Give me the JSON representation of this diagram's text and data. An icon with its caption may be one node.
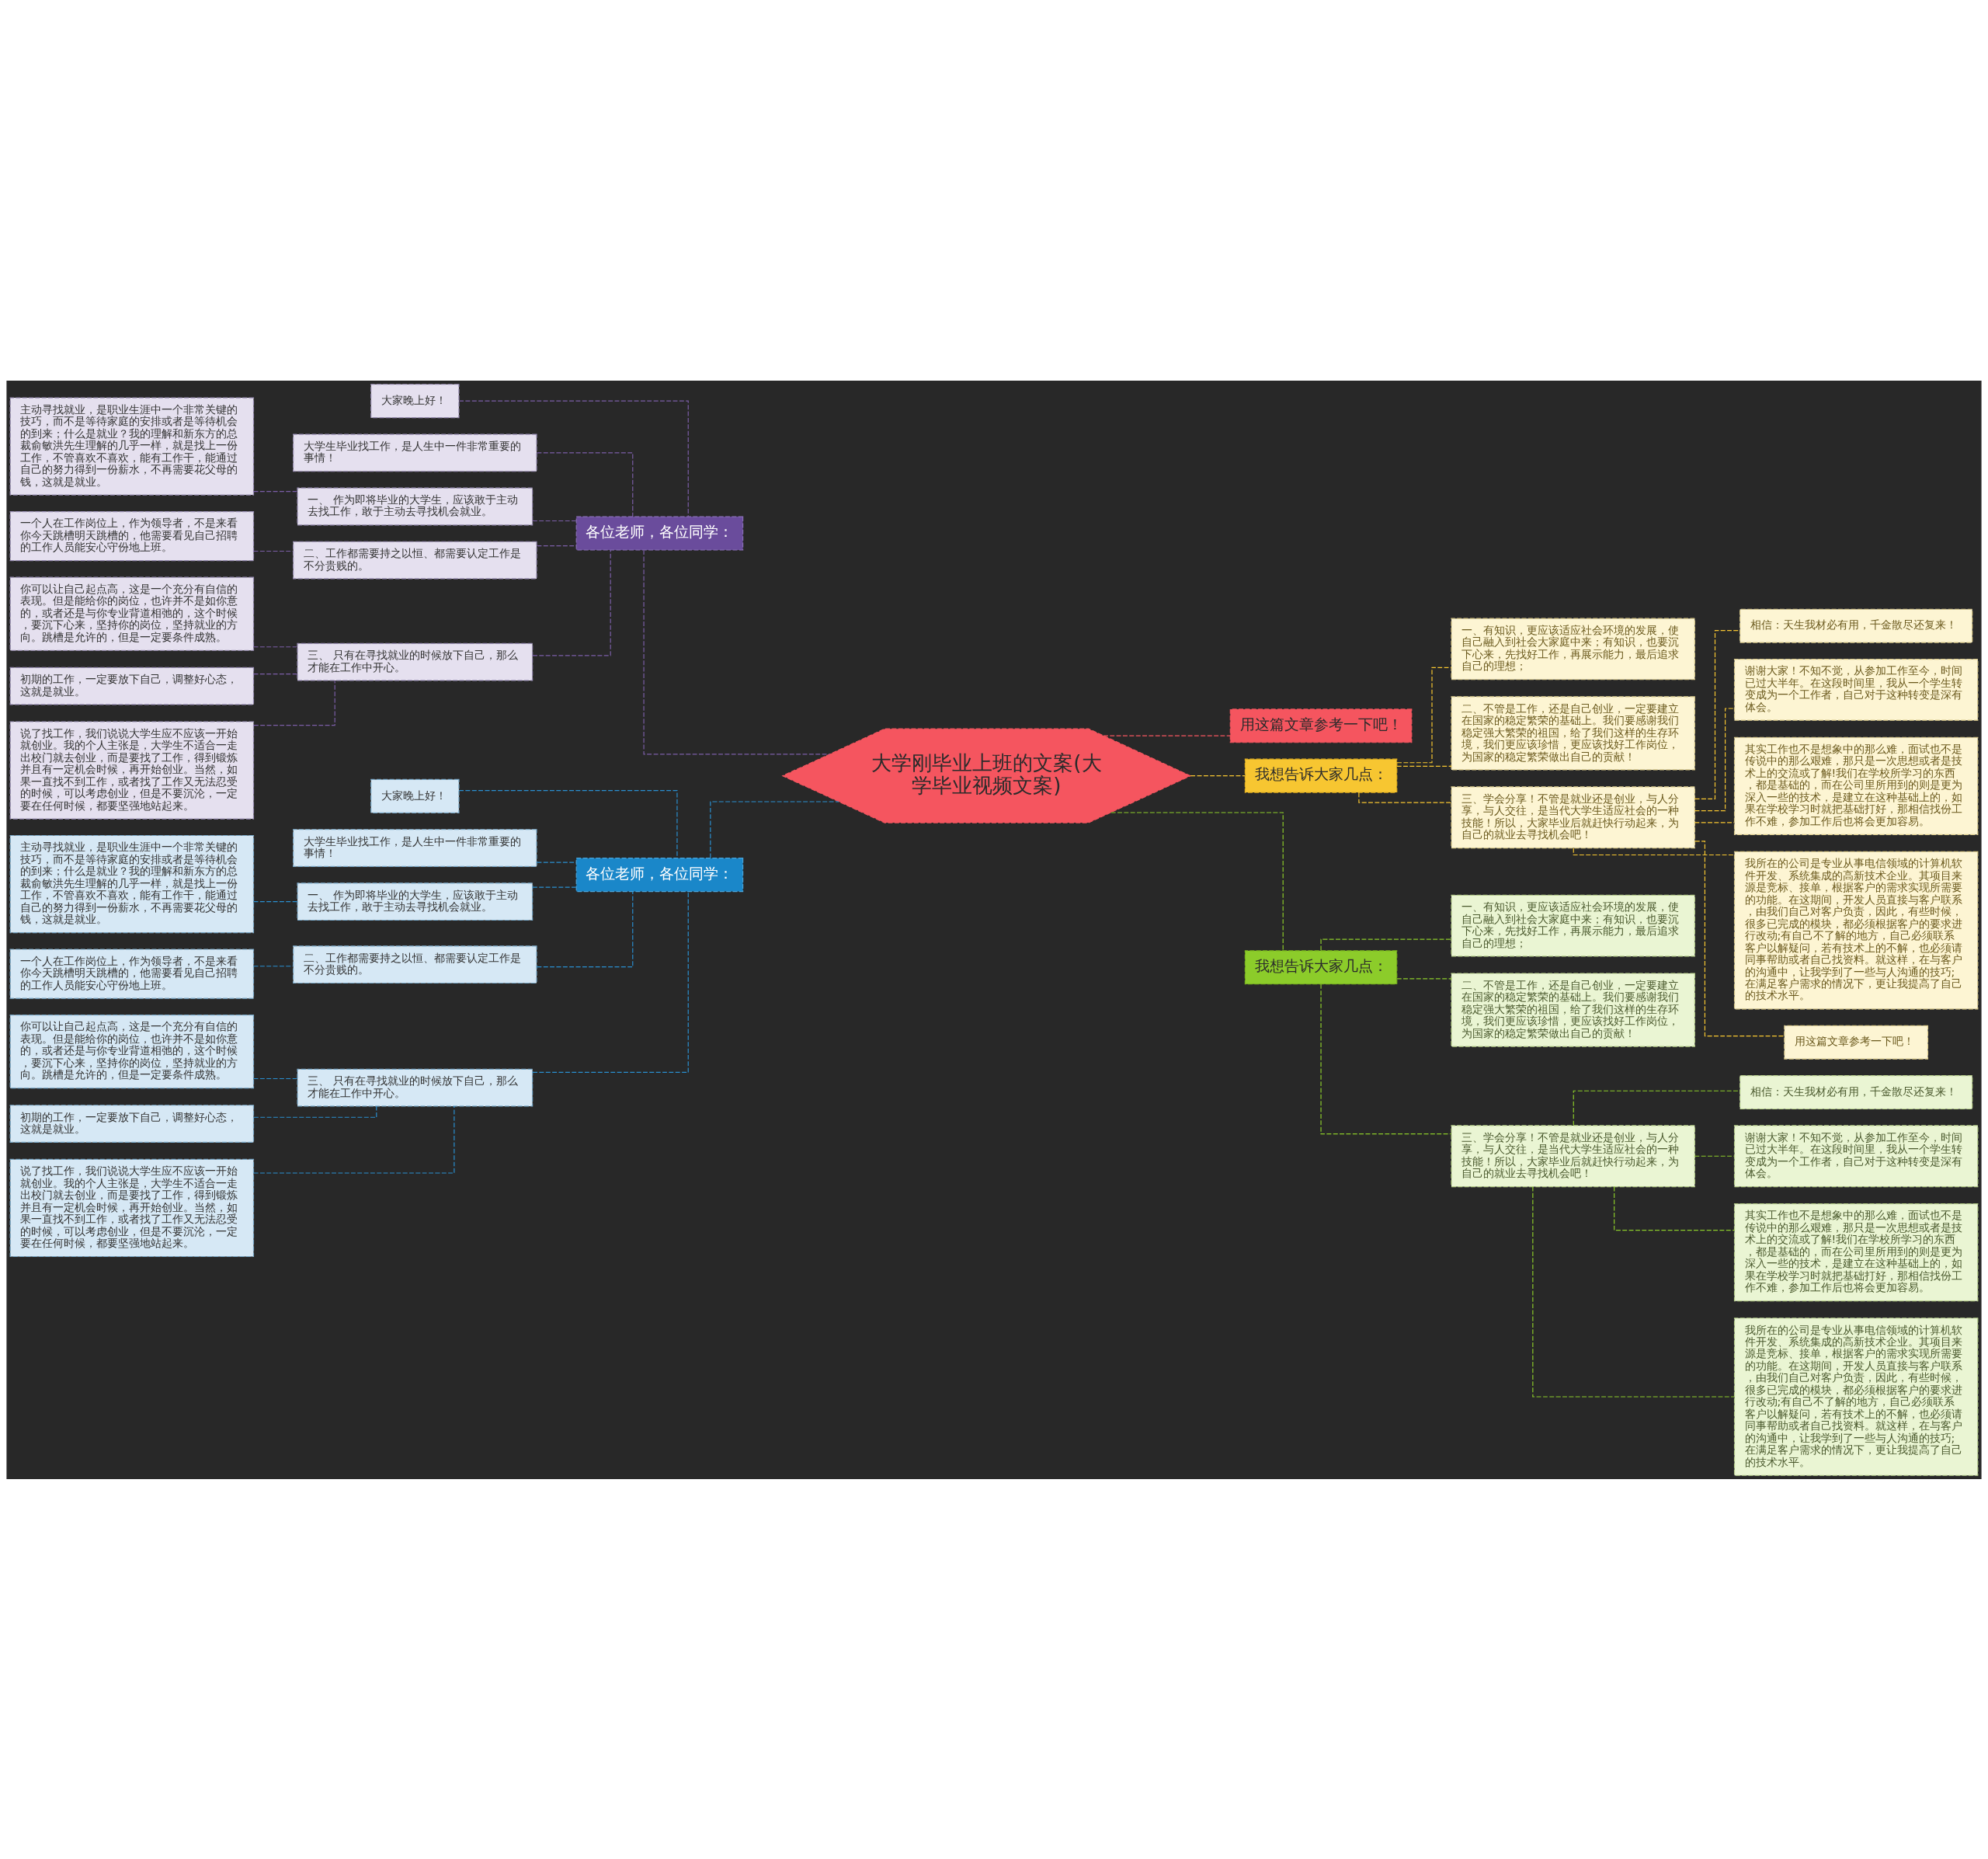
{
  "diagram": {
    "nodes": [
      {
        "text": [
          "大学刚毕业上班的文案(大学毕业视频文案)"
        ]
      },
      {
        "text": [
          "各位老师，各位同学："
        ]
      },
      {
        "text": [
          "大家晚上好！"
        ]
      },
      {
        "text": [
          "大学生毕业找工作，是人生中一件非常重要的事情！"
        ]
      },
      {
        "text": [
          "一、 作为即将毕业的大学生，应该敢于主动去找工作，敢于主动去寻找机会就业。"
        ]
      },
      {
        "text": [
          "主动寻找就业，是职业生涯中一个非常关键的技巧，而不是等待家庭的安排或者是等待机会的到来；什么是就业？我的理解和新东方的总裁俞敏洪先生理解的几乎一样，就是找上一份工作，不管喜欢不喜欢，能有工作干，能通过自己的努力得到一份薪水，不再需要花父母的钱，这就是就业。"
        ]
      },
      {
        "text": [
          "二、工作都需要持之以恒、都需要认定工作是不分贵贱的。"
        ]
      },
      {
        "text": [
          "一个人在工作岗位上，作为领导者，不是来看你今天跳槽明天跳槽的，他需要看见自己招聘的工作人员能安心守份地上班。"
        ]
      },
      {
        "text": [
          "三、 只有在寻找就业的时候放下自己，那么才能在工作中开心。"
        ]
      },
      {
        "text": [
          "你可以让自己起点高，这是一个充分有自信的表现。但是能给你的岗位，也许并不是如你意的，或者还是与你专业背道相弛的，这个时候，要沉下心来，坚持你的岗位，坚持就业的方向。跳槽是允许的，但是一定要条件成熟。"
        ]
      },
      {
        "text": [
          "初期的工作，一定要放下自己，调整好心态，这就是就业。"
        ]
      },
      {
        "text": [
          "说了找工作，我们说说大学生应不应该一开始就创业。我的个人主张是，大学生不适合一走出校门就去创业，而是要找了工作，得到锻炼并且有一定机会时候，再开始创业。当然，如果一直找不到工作，或者找了工作又无法忍受的时候，可以考虑创业，但是不要沉沦，一定要在任何时候，都要坚强地站起来。"
        ]
      },
      {
        "text": [
          "各位老师，各位同学："
        ]
      },
      {
        "text": [
          "大家晚上好！"
        ]
      },
      {
        "text": [
          "大学生毕业找工作，是人生中一件非常重要的事情！"
        ]
      },
      {
        "text": [
          "一、 作为即将毕业的大学生，应该敢于主动去找工作，敢于主动去寻找机会就业。"
        ]
      },
      {
        "text": [
          "主动寻找就业，是职业生涯中一个非常关键的技巧，而不是等待家庭的安排或者是等待机会的到来；什么是就业？我的理解和新东方的总裁俞敏洪先生理解的几乎一样，就是找上一份工作，不管喜欢不喜欢，能有工作干，能通过自己的努力得到一份薪水，不再需要花父母的钱，这就是就业。"
        ]
      },
      {
        "text": [
          "二、工作都需要持之以恒、都需要认定工作是不分贵贱的。"
        ]
      },
      {
        "text": [
          "一个人在工作岗位上，作为领导者，不是来看你今天跳槽明天跳槽的，他需要看见自己招聘的工作人员能安心守份地上班。"
        ]
      },
      {
        "text": [
          "三、 只有在寻找就业的时候放下自己，那么才能在工作中开心。"
        ]
      },
      {
        "text": [
          "你可以让自己起点高，这是一个充分有自信的表现。但是能给你的岗位，也许并不是如你意的，或者还是与你专业背道相弛的，这个时候，要沉下心来，坚持你的岗位，坚持就业的方向。跳槽是允许的，但是一定要条件成熟。"
        ]
      },
      {
        "text": [
          "初期的工作，一定要放下自己，调整好心态，这就是就业。"
        ]
      },
      {
        "text": [
          "说了找工作，我们说说大学生应不应该一开始就创业。我的个人主张是，大学生不适合一走出校门就去创业，而是要找了工作，得到锻炼并且有一定机会时候，再开始创业。当然，如果一直找不到工作，或者找了工作又无法忍受的时候，可以考虑创业，但是不要沉沦，一定要在任何时候，都要坚强地站起来。"
        ]
      },
      {
        "text": [
          "用这篇文章参考一下吧！"
        ]
      },
      {
        "text": [
          "我想告诉大家几点："
        ]
      },
      {
        "text": [
          "一、有知识，更应该适应社会环境的发展，使自己融入到社会大家庭中来；有知识，也要沉下心来，先找好工作，再展示能力，最后追求自己的理想；"
        ]
      },
      {
        "text": [
          "二、不管是工作，还是自己创业，一定要建立在国家的稳定繁荣的基础上。我们要感谢我们稳定强大繁荣的祖国，给了我们这样的生存环境，我们更应该珍惜，更应该找好工作岗位，为国家的稳定繁荣做出自己的贡献！"
        ]
      },
      {
        "text": [
          "三、学会分享！不管是就业还是创业，与人分享，与人交往，是当代大学生适应社会的一种技能！所以，大家毕业后就赶快行动起来，为自己的就业去寻找机会吧！"
        ]
      },
      {
        "text": [
          "相信：天生我材必有用，千金散尽还复来！"
        ]
      },
      {
        "text": [
          "谢谢大家！不知不觉，从参加工作至今，时间已过大半年。在这段时间里，我从一个学生转变成为一个工作者，自己对于这种转变是深有体会。"
        ]
      },
      {
        "text": [
          "其实工作也不是想象中的那么难，面试也不是传说中的那么艰难，那只是一次思想或者是技术上的交流或了解!我们在学校所学习的东西，都是基础的，而在公司里所用到的则是更为深入一些的技术，是建立在这种基础上的，如果在学校学习时就把基础打好，那相信找份工作不难，参加工作后也将会更加容易。"
        ]
      },
      {
        "text": [
          "我所在的公司是专业从事电信领域的计算机软件开发、系统集成的高新技术企业。其项目来源是竞标、接单，根据客户的需求实现所需要的功能。在这期间，开发人员直接与客户联系，由我们自己对客户负责，因此，有些时候，很多已完成的模块，都必须根据客户的要求进行改动;有自己不了解的地方，自己必须联系客户以解疑问，若有技术上的不解，也必须请同事帮助或者自己找资料。就这样，在与客户的沟通中，让我学到了一些与人沟通的技巧;在满足客户需求的情况下，更让我提高了自己的技术水平。"
        ]
      },
      {
        "text": [
          "用这篇文章参考一下吧！"
        ]
      },
      {
        "text": [
          "我想告诉大家几点："
        ]
      },
      {
        "text": [
          "一、有知识，更应该适应社会环境的发展，使自己融入到社会大家庭中来；有知识，也要沉下心来，先找好工作，再展示能力，最后追求自己的理想；"
        ]
      },
      {
        "text": [
          "二、不管是工作，还是自己创业，一定要建立在国家的稳定繁荣的基础上。我们要感谢我们稳定强大繁荣的祖国，给了我们这样的生存环境，我们更应该珍惜，更应该找好工作岗位，为国家的稳定繁荣做出自己的贡献！"
        ]
      },
      {
        "text": [
          "三、学会分享！不管是就业还是创业，与人分享，与人交往，是当代大学生适应社会的一种技能！所以，大家毕业后就赶快行动起来，为自己的就业去寻找机会吧！"
        ]
      },
      {
        "text": [
          "相信：天生我材必有用，千金散尽还复来！"
        ]
      },
      {
        "text": [
          "谢谢大家！不知不觉，从参加工作至今，时间已过大半年。在这段时间里，我从一个学生转变成为一个工作者，自己对于这种转变是深有体会。"
        ]
      },
      {
        "text": [
          "其实工作也不是想象中的那么难，面试也不是传说中的那么艰难，那只是一次思想或者是技术上的交流或了解!我们在学校所学习的东西，都是基础的，而在公司里所用到的则是更为深入一些的技术，是建立在这种基础上的，如果在学校学习时就把基础打好，那相信找份工作不难，参加工作后也将会更加容易。"
        ]
      },
      {
        "text": [
          "我所在的公司是专业从事电信领域的计算机软件开发、系统集成的高新技术企业。其项目来源是竞标、接单，根据客户的需求实现所需要的功能。在这期间，开发人员直接与客户联系，由我们自己对客户负责，因此，有些时候，很多已完成的模块，都必须根据客户的要求进行改动;有自己不了解的地方，自己必须联系客户以解疑问，若有技术上的不解，也必须请同事帮助或者自己找资料。就这样，在与客户的沟通中，让我学到了一些与人沟通的技巧;在满足客户需求的情况下，更让我提高了自己的技术水平。"
        ]
      }
    ],
    "edges": [
      {
        "from": 0,
        "to": 1,
        "arrow": "none",
        "style": "dashed",
        "color": "#7b5ea7"
      },
      {
        "from": 1,
        "to": 2,
        "arrow": "none",
        "style": "dashed",
        "color": "#7b5ea7"
      },
      {
        "from": 1,
        "to": 3,
        "arrow": "none",
        "style": "dashed",
        "color": "#7b5ea7"
      },
      {
        "from": 1,
        "to": 4,
        "arrow": "none",
        "style": "dashed",
        "color": "#7b5ea7"
      },
      {
        "from": 4,
        "to": 5,
        "arrow": "none",
        "style": "dashed",
        "color": "#7b5ea7"
      },
      {
        "from": 1,
        "to": 6,
        "arrow": "none",
        "style": "dashed",
        "color": "#7b5ea7"
      },
      {
        "from": 6,
        "to": 7,
        "arrow": "none",
        "style": "dashed",
        "color": "#7b5ea7"
      },
      {
        "from": 1,
        "to": 8,
        "arrow": "none",
        "style": "dashed",
        "color": "#7b5ea7"
      },
      {
        "from": 8,
        "to": 9,
        "arrow": "none",
        "style": "dashed",
        "color": "#7b5ea7"
      },
      {
        "from": 8,
        "to": 10,
        "arrow": "none",
        "style": "dashed",
        "color": "#7b5ea7"
      },
      {
        "from": 8,
        "to": 11,
        "arrow": "none",
        "style": "dashed",
        "color": "#7b5ea7"
      },
      {
        "from": 0,
        "to": 12,
        "arrow": "none",
        "style": "dashed",
        "color": "#2a8fd0"
      },
      {
        "from": 12,
        "to": 13,
        "arrow": "none",
        "style": "dashed",
        "color": "#2a8fd0"
      },
      {
        "from": 12,
        "to": 14,
        "arrow": "none",
        "style": "dashed",
        "color": "#2a8fd0"
      },
      {
        "from": 12,
        "to": 15,
        "arrow": "none",
        "style": "dashed",
        "color": "#2a8fd0"
      },
      {
        "from": 15,
        "to": 16,
        "arrow": "none",
        "style": "dashed",
        "color": "#2a8fd0"
      },
      {
        "from": 12,
        "to": 17,
        "arrow": "none",
        "style": "dashed",
        "color": "#2a8fd0"
      },
      {
        "from": 17,
        "to": 18,
        "arrow": "none",
        "style": "dashed",
        "color": "#2a8fd0"
      },
      {
        "from": 12,
        "to": 19,
        "arrow": "none",
        "style": "dashed",
        "color": "#2a8fd0"
      },
      {
        "from": 19,
        "to": 20,
        "arrow": "none",
        "style": "dashed",
        "color": "#2a8fd0"
      },
      {
        "from": 19,
        "to": 21,
        "arrow": "none",
        "style": "dashed",
        "color": "#2a8fd0"
      },
      {
        "from": 19,
        "to": 22,
        "arrow": "none",
        "style": "dashed",
        "color": "#2a8fd0"
      },
      {
        "from": 0,
        "to": 23,
        "arrow": "none",
        "style": "dashed",
        "color": "#f5555f"
      },
      {
        "from": 0,
        "to": 24,
        "arrow": "none",
        "style": "dashed",
        "color": "#f7c631"
      },
      {
        "from": 24,
        "to": 25,
        "arrow": "none",
        "style": "dashed",
        "color": "#f7c631"
      },
      {
        "from": 24,
        "to": 26,
        "arrow": "none",
        "style": "dashed",
        "color": "#f7c631"
      },
      {
        "from": 24,
        "to": 27,
        "arrow": "none",
        "style": "dashed",
        "color": "#f7c631"
      },
      {
        "from": 27,
        "to": 28,
        "arrow": "none",
        "style": "dashed",
        "color": "#f7c631"
      },
      {
        "from": 27,
        "to": 29,
        "arrow": "none",
        "style": "dashed",
        "color": "#f7c631"
      },
      {
        "from": 27,
        "to": 30,
        "arrow": "none",
        "style": "dashed",
        "color": "#f7c631"
      },
      {
        "from": 27,
        "to": 31,
        "arrow": "none",
        "style": "dashed",
        "color": "#f7c631"
      },
      {
        "from": 27,
        "to": 32,
        "arrow": "none",
        "style": "dashed",
        "color": "#f7c631"
      },
      {
        "from": 0,
        "to": 33,
        "arrow": "none",
        "style": "dashed",
        "color": "#8ccc2a"
      },
      {
        "from": 33,
        "to": 34,
        "arrow": "none",
        "style": "dashed",
        "color": "#8ccc2a"
      },
      {
        "from": 33,
        "to": 35,
        "arrow": "none",
        "style": "dashed",
        "color": "#8ccc2a"
      },
      {
        "from": 33,
        "to": 36,
        "arrow": "none",
        "style": "dashed",
        "color": "#8ccc2a"
      },
      {
        "from": 36,
        "to": 37,
        "arrow": "none",
        "style": "dashed",
        "color": "#8ccc2a"
      },
      {
        "from": 36,
        "to": 38,
        "arrow": "none",
        "style": "dashed",
        "color": "#8ccc2a"
      },
      {
        "from": 36,
        "to": 39,
        "arrow": "none",
        "style": "dashed",
        "color": "#8ccc2a"
      },
      {
        "from": 36,
        "to": 40,
        "arrow": "none",
        "style": "dashed",
        "color": "#8ccc2a"
      }
    ]
  }
}
